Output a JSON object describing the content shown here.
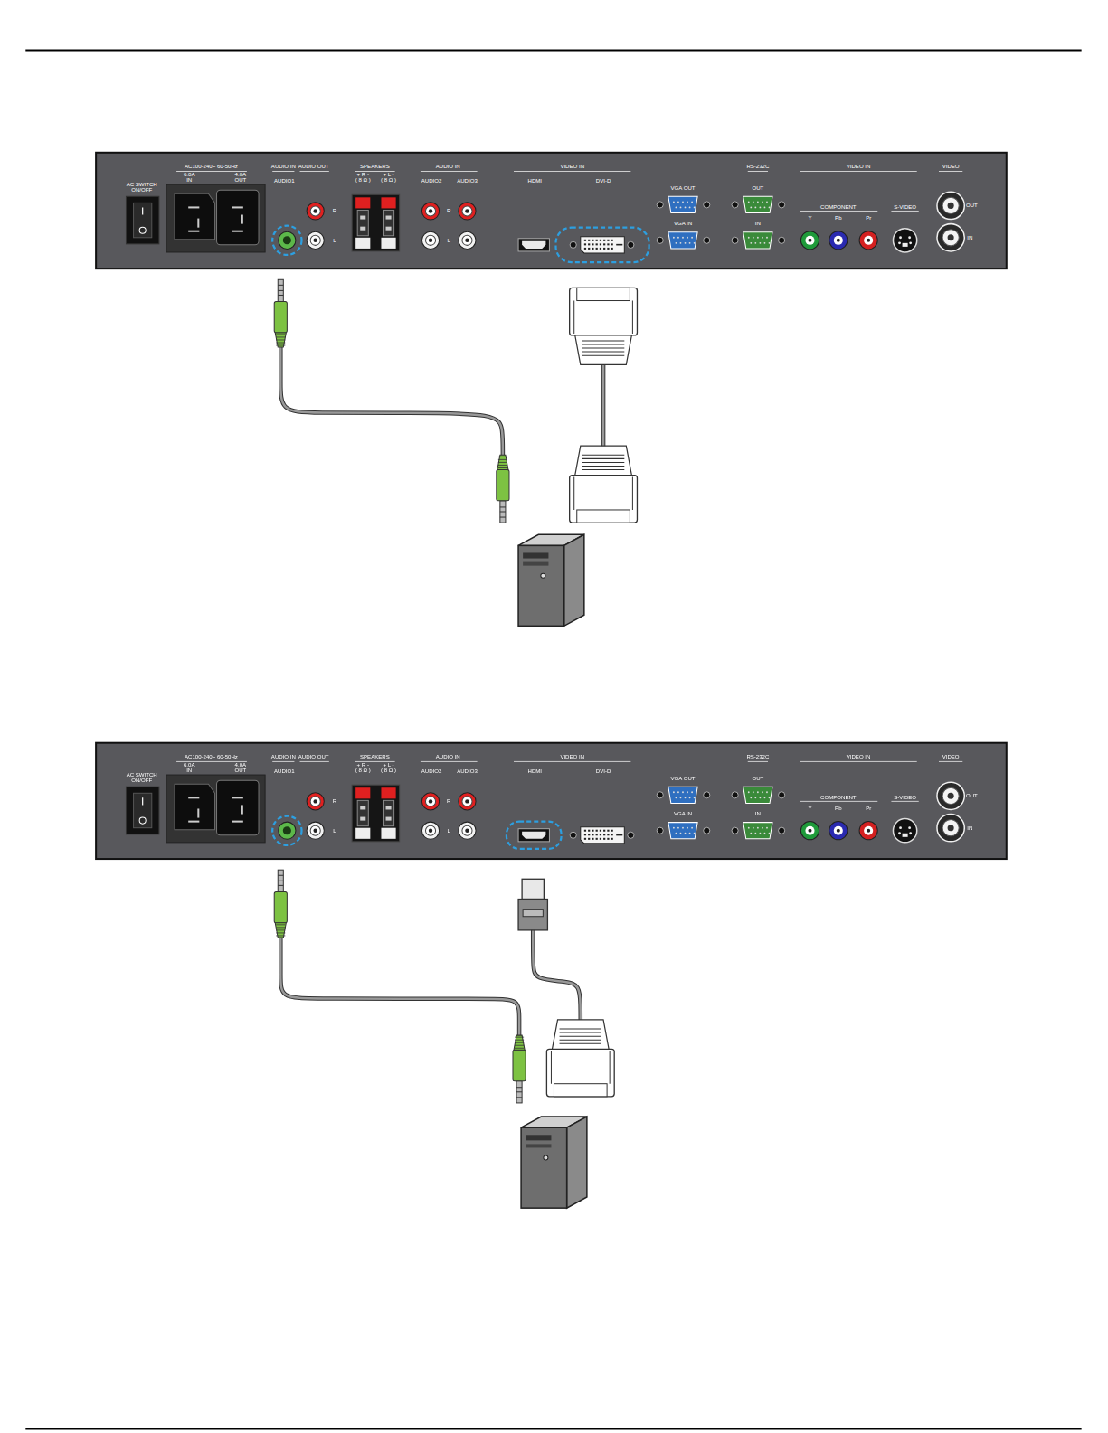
{
  "diagram": {
    "labels": [
      "AC SWITCH ON/OFF",
      "AC100-240~ 60-50Hz",
      "6.0A",
      "IN",
      "4.0A",
      "OUT",
      "AUDIO IN",
      "AUDIO OUT",
      "AUDIO1",
      "R",
      "L",
      "SPEAKERS",
      "+ R -",
      "+ L -",
      "( 8 Ω )",
      "( 8 Ω )",
      "AUDIO IN",
      "AUDIO2",
      "AUDIO3",
      "R",
      "L",
      "VIDEO IN",
      "HDMI",
      "DVI-D",
      "VGA OUT",
      "VGA IN",
      "RS-232C",
      "OUT",
      "IN",
      "VIDEO IN",
      "COMPONENT",
      "Y",
      "Pb",
      "Pr",
      "S-VIDEO",
      "VIDEO",
      "OUT",
      "IN",
      "AC SWITCH ON/OFF",
      "AC100-240~ 60-50Hz",
      "6.0A",
      "IN",
      "4.0A",
      "OUT",
      "AUDIO IN",
      "AUDIO OUT",
      "AUDIO1",
      "R",
      "L",
      "SPEAKERS",
      "+ R -",
      "+ L -",
      "( 8 Ω )",
      "( 8 Ω )",
      "AUDIO IN",
      "AUDIO2",
      "AUDIO3",
      "R",
      "L",
      "VIDEO IN",
      "HDMI",
      "DVI-D",
      "VGA OUT",
      "VGA IN",
      "RS-232C",
      "OUT",
      "IN",
      "VIDEO IN",
      "COMPONENT",
      "Y",
      "Pb",
      "Pr",
      "S-VIDEO",
      "VIDEO",
      "OUT",
      "IN"
    ]
  }
}
